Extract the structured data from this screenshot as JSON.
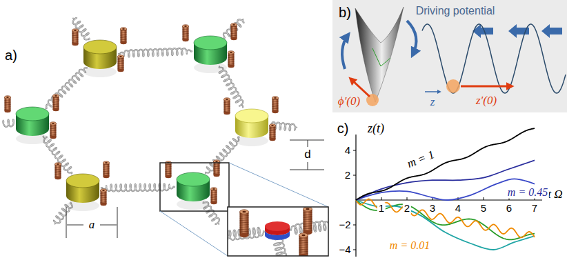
{
  "diagram": {
    "nodes": [
      {
        "text": [
          "b)",
          "Driving potential",
          "ϕ′(0)",
          "z",
          "z′(0)"
        ]
      }
    ],
    "labels": [
      "a)",
      "d",
      "a",
      "c)",
      "z(t)",
      "4",
      "2",
      "−2",
      "−4",
      "1",
      "2",
      "3",
      "4",
      "5",
      "6",
      "7",
      "t Ω",
      "m = 1",
      "m = 0.45",
      "m = 0.01"
    ]
  }
}
